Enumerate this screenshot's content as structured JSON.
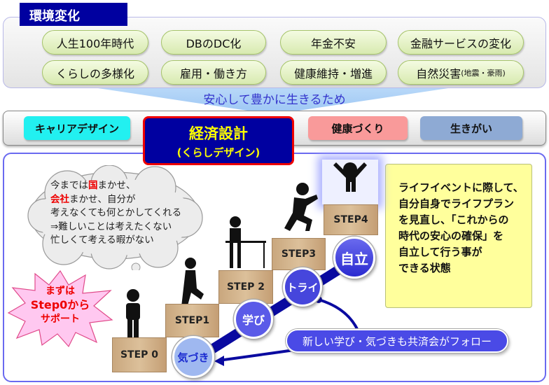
{
  "environment": {
    "title": "環境変化",
    "items": [
      "人生100年時代",
      "DBのDC化",
      "年金不安",
      "金融サービスの変化",
      "くらしの多様化",
      "雇用・働き方",
      "健康維持・増進",
      "自然災害"
    ],
    "item_8_note": "(地震・豪雨)"
  },
  "funnel_text": "安心して豊かに生きるため",
  "categories": {
    "career": "キャリアデザイン",
    "economy_title": "経済設計",
    "economy_sub": "(くらしデザイン)",
    "health": "健康づくり",
    "purpose": "生きがい"
  },
  "thought": {
    "line1_pre": "今までは",
    "line1_red": "国",
    "line1_post": "まかせ、",
    "line2_red": "会社",
    "line2_post": "まかせ、自分が",
    "line3": "考えなくても何とかしてくれる",
    "line4": "⇒難しいことは考えたくない",
    "line5": "忙しくて考える暇がない"
  },
  "burst": {
    "line1": "まずは",
    "line2": "Step0から",
    "line3": "サポート"
  },
  "steps": [
    "STEP 0",
    "STEP1",
    "STEP 2",
    "STEP3",
    "STEP4"
  ],
  "stages": [
    "気づき",
    "学び",
    "トライ",
    "自立"
  ],
  "goal_note": [
    "ライフイベントに際して、",
    "自分自身でライフプラン",
    "を見直し、「これからの",
    "時代の安心の確保」を",
    "自立して行う事が",
    "できる状態"
  ],
  "follow_label": "新しい学び・気づきも共済会がフォロー",
  "colors": {
    "navy": "#0000a0",
    "accent_yellow": "#ffff00",
    "career": "#22f0f0",
    "health": "#f99a9a",
    "purpose": "#8eaad4",
    "stage_blue": "#4a4ae6"
  }
}
